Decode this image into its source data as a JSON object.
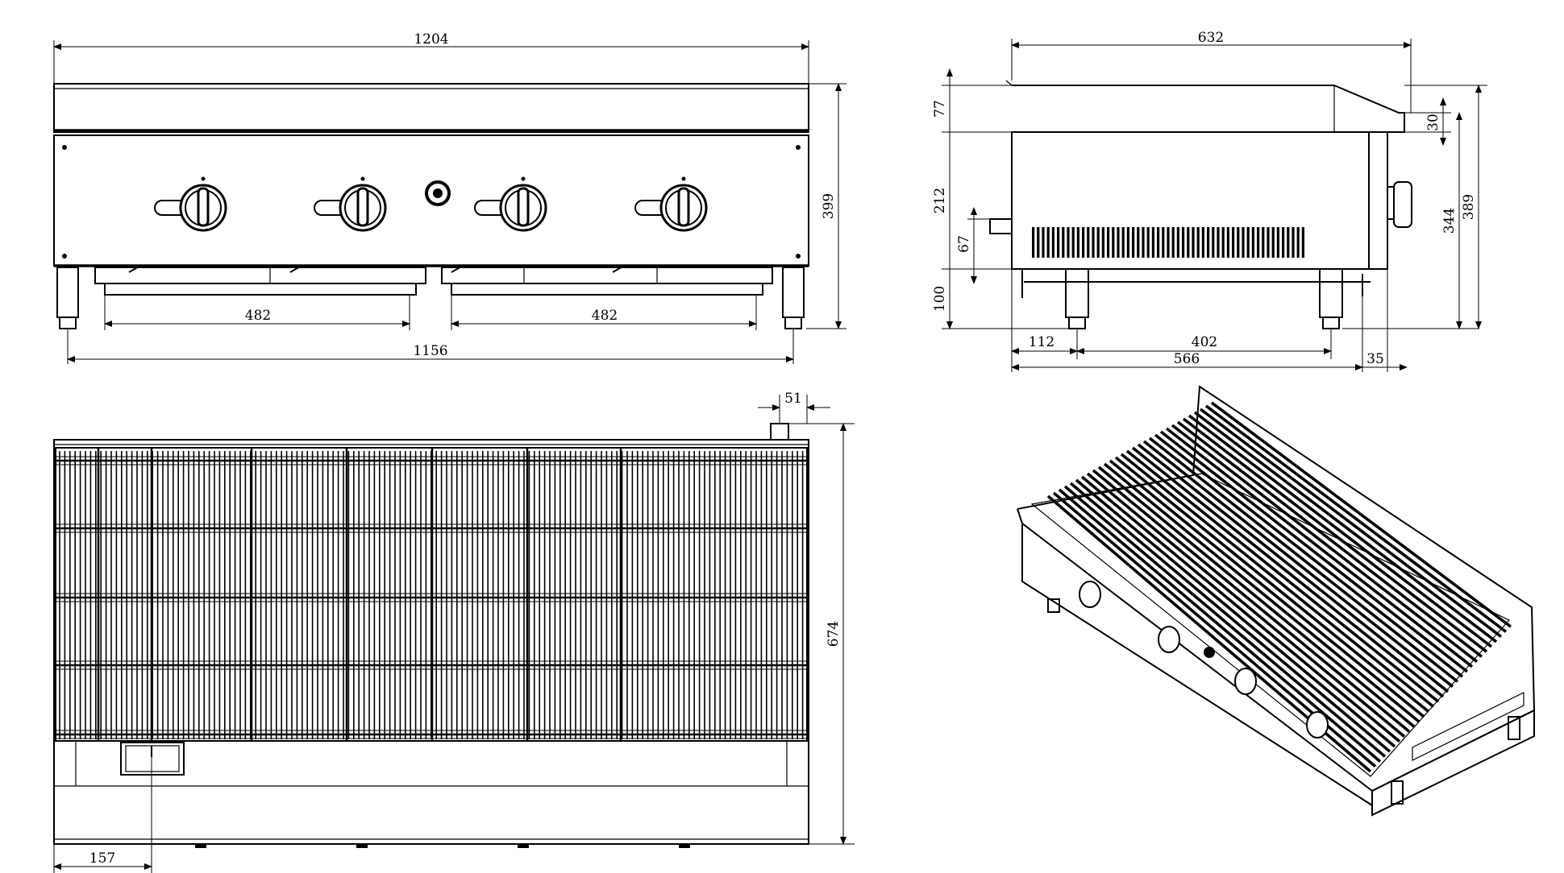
{
  "views": {
    "front": {
      "overall_width": "1204",
      "height": "399",
      "left_tray_width": "482",
      "right_tray_width": "482",
      "leg_spacing": "1156",
      "knob_count": 4,
      "igniter_count": 1
    },
    "side": {
      "depth": "632",
      "top_height": "77",
      "body_height": "212",
      "gas_inlet_height": "67",
      "leg_height": "100",
      "backsplash_height": "30",
      "body_to_floor": "344",
      "total_height": "389",
      "front_leg_offset": "112",
      "leg_spacing": "402",
      "base_depth": "566",
      "rear_offset": "35"
    },
    "top": {
      "depth": "674",
      "gas_inlet_width": "51",
      "drip_tray_offset": "157"
    }
  }
}
